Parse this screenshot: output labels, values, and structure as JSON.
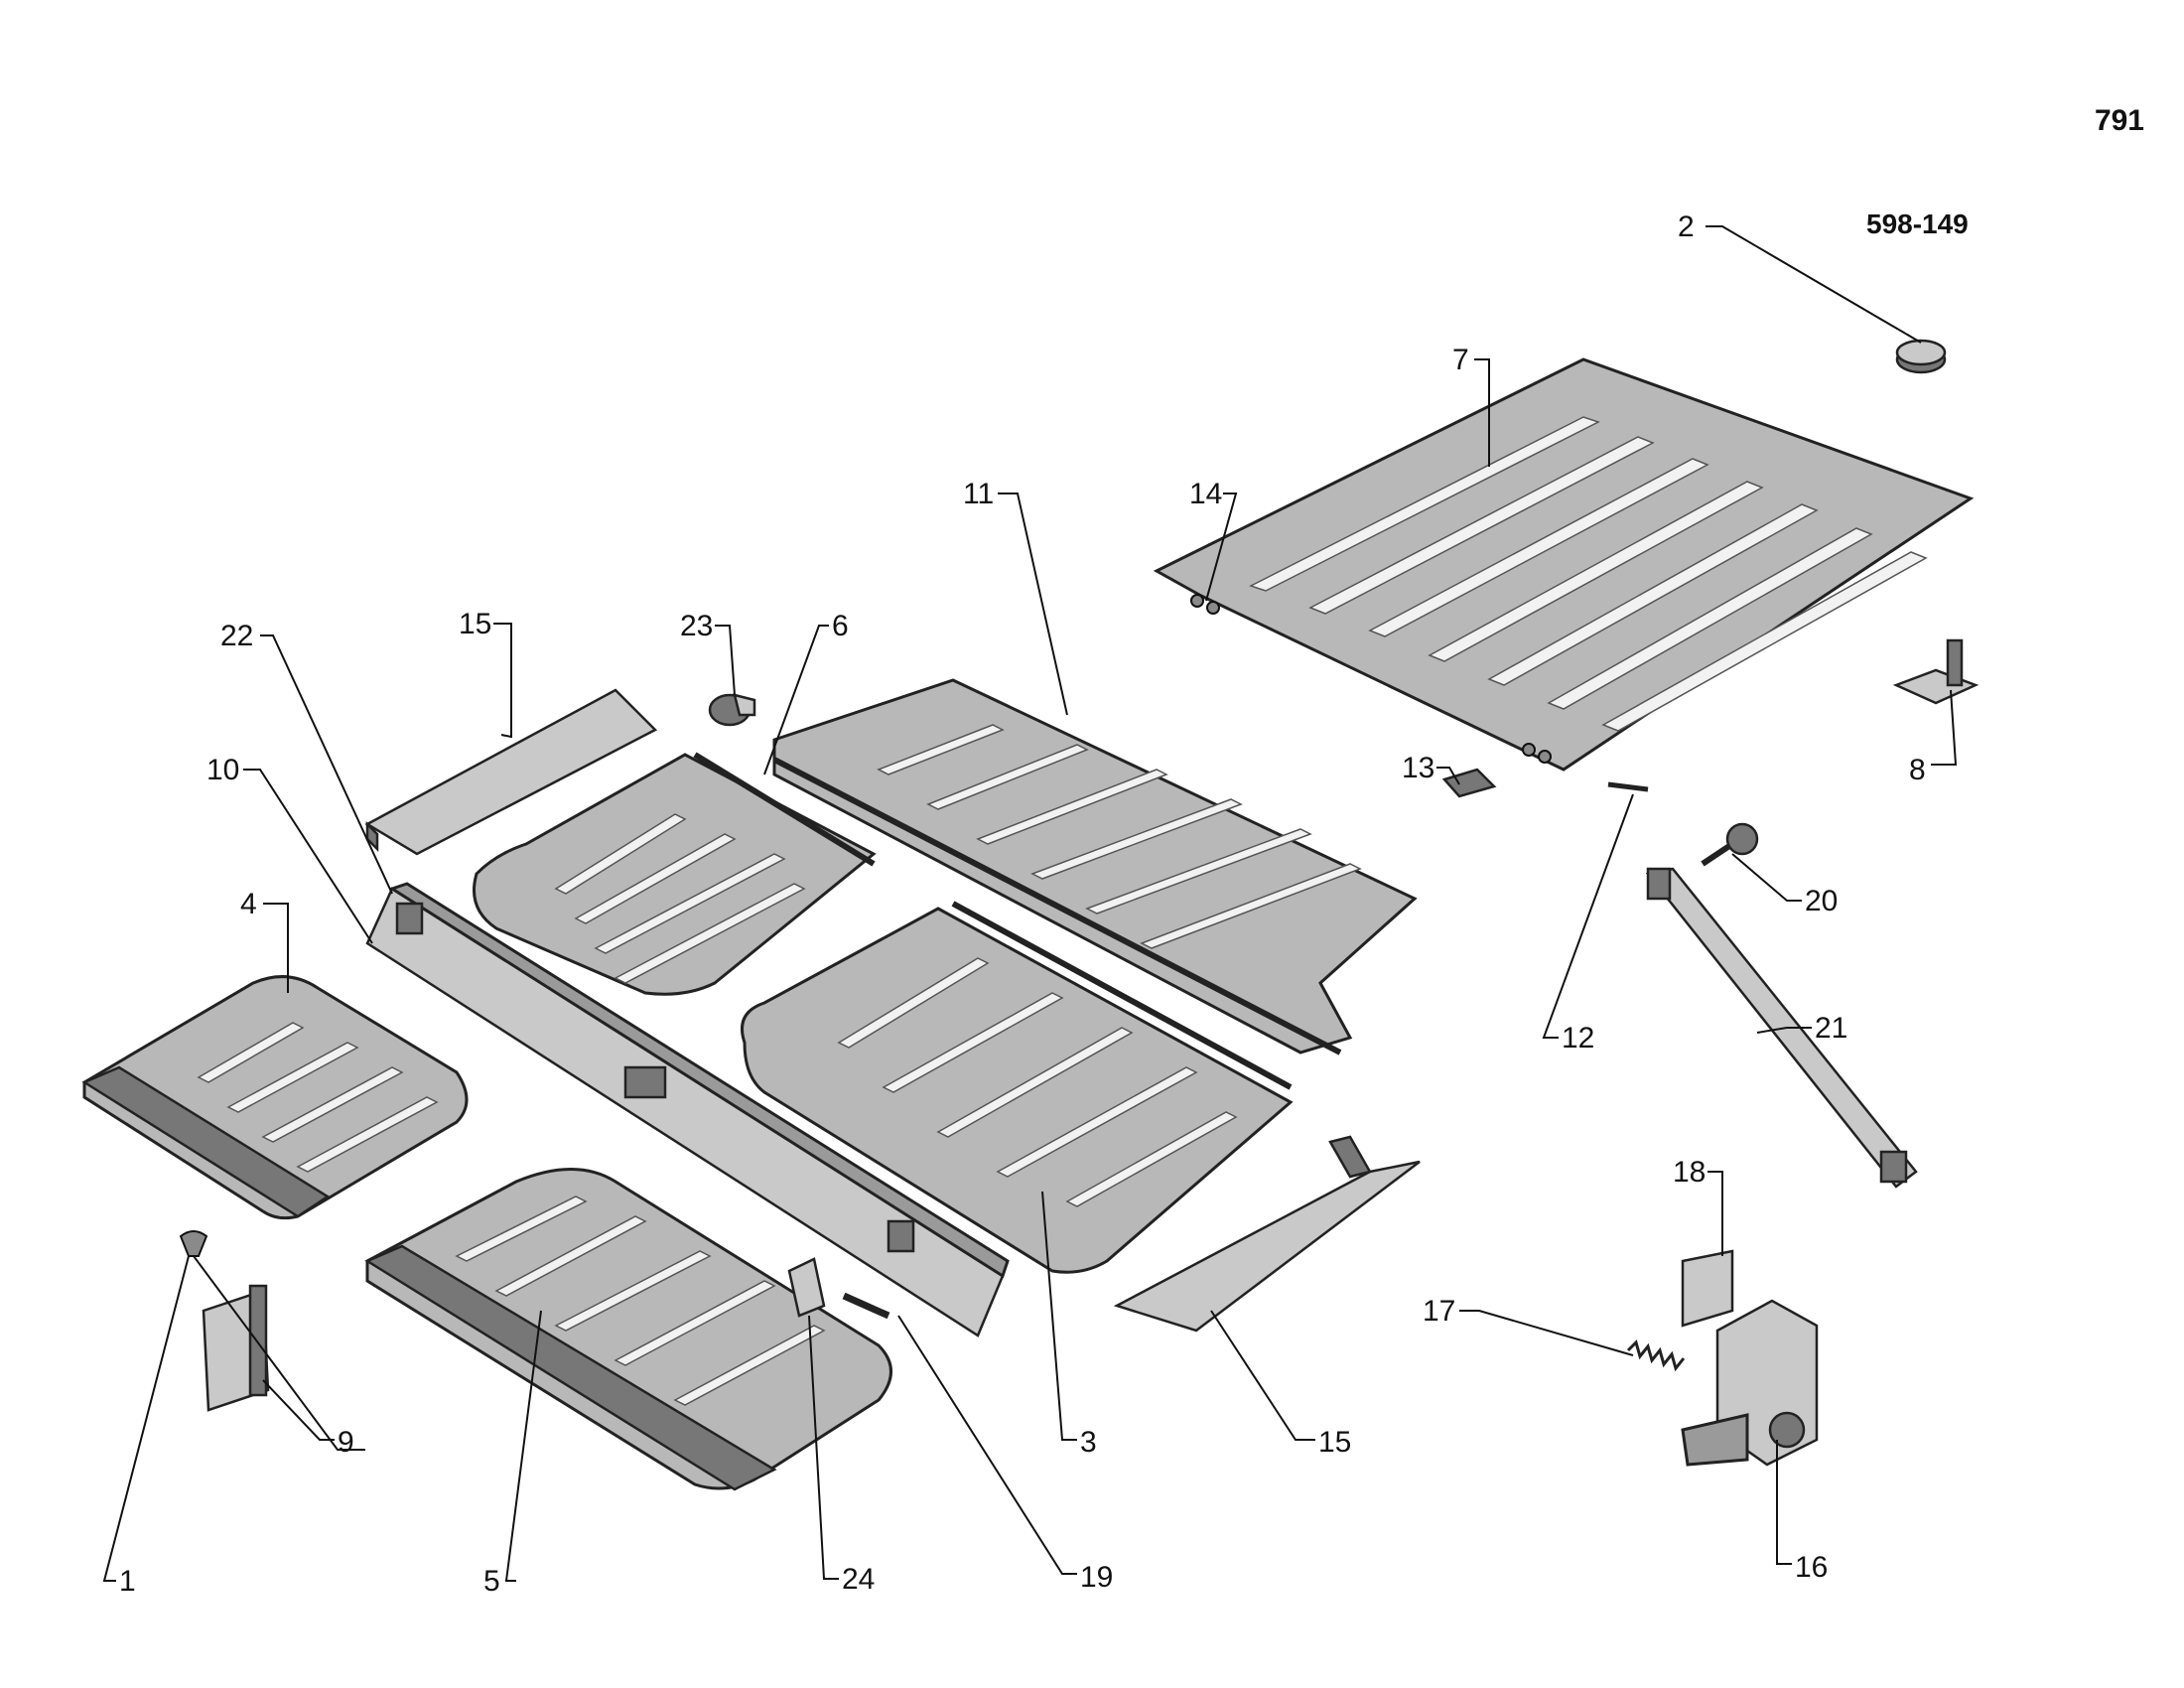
{
  "page_number": "791",
  "drawing_ref": "598-149",
  "labels": {
    "l1": "1",
    "l2": "2",
    "l3": "3",
    "l4": "4",
    "l5": "5",
    "l6": "6",
    "l7": "7",
    "l8": "8",
    "l9": "9",
    "l10": "10",
    "l11": "11",
    "l12": "12",
    "l13": "13",
    "l14": "14",
    "l15a": "15",
    "l15b": "15",
    "l16": "16",
    "l17": "17",
    "l18": "18",
    "l19": "19",
    "l20": "20",
    "l21": "21",
    "l22": "22",
    "l23": "23",
    "l24": "24"
  }
}
